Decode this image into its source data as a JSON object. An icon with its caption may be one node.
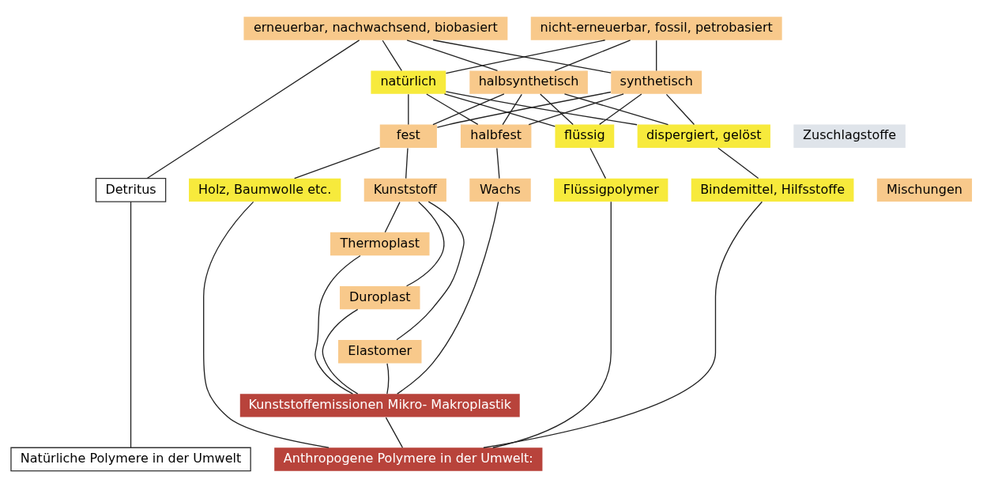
{
  "diagram": {
    "nodes": [
      {
        "text": [
          "erneuerbar, nachwachsend, biobasiert"
        ]
      },
      {
        "text": [
          "nicht-erneuerbar, fossil, petrobasiert"
        ]
      },
      {
        "text": [
          "natürlich"
        ]
      },
      {
        "text": [
          "halbsynthetisch"
        ]
      },
      {
        "text": [
          "synthetisch"
        ]
      },
      {
        "text": [
          "fest"
        ]
      },
      {
        "text": [
          "halbfest"
        ]
      },
      {
        "text": [
          "flüssig"
        ]
      },
      {
        "text": [
          "dispergiert, gelöst"
        ]
      },
      {
        "text": [
          "Zuschlagstoffe"
        ]
      },
      {
        "text": [
          "Mischungen"
        ]
      },
      {
        "text": [
          "Detritus"
        ]
      },
      {
        "text": [
          "Holz, Baumwolle etc."
        ]
      },
      {
        "text": [
          "Kunststoff"
        ]
      },
      {
        "text": [
          "Wachs"
        ]
      },
      {
        "text": [
          "Flüssigpolymer"
        ]
      },
      {
        "text": [
          "Bindemittel, Hilfsstoffe"
        ]
      },
      {
        "text": [
          "Thermoplast"
        ]
      },
      {
        "text": [
          "Duroplast"
        ]
      },
      {
        "text": [
          "Elastomer"
        ]
      },
      {
        "text": [
          "Kunststoffemissionen Mikro- Makroplastik"
        ]
      },
      {
        "text": [
          "Natürliche Polymere in der Umwelt"
        ]
      },
      {
        "text": [
          "Anthropogene Polymere in der Umwelt:"
        ]
      }
    ],
    "edges": [
      {
        "from": 0,
        "to": 2,
        "arrow": "none"
      },
      {
        "from": 0,
        "to": 3,
        "arrow": "none"
      },
      {
        "from": 0,
        "to": 4,
        "arrow": "none"
      },
      {
        "from": 1,
        "to": 2,
        "arrow": "none"
      },
      {
        "from": 1,
        "to": 3,
        "arrow": "none"
      },
      {
        "from": 1,
        "to": 4,
        "arrow": "none"
      },
      {
        "from": 0,
        "to": 11,
        "arrow": "none"
      },
      {
        "from": 2,
        "to": 5,
        "arrow": "none"
      },
      {
        "from": 2,
        "to": 6,
        "arrow": "none"
      },
      {
        "from": 2,
        "to": 7,
        "arrow": "none"
      },
      {
        "from": 2,
        "to": 8,
        "arrow": "none"
      },
      {
        "from": 3,
        "to": 5,
        "arrow": "none"
      },
      {
        "from": 3,
        "to": 6,
        "arrow": "none"
      },
      {
        "from": 3,
        "to": 7,
        "arrow": "none"
      },
      {
        "from": 3,
        "to": 8,
        "arrow": "none"
      },
      {
        "from": 4,
        "to": 5,
        "arrow": "none"
      },
      {
        "from": 4,
        "to": 6,
        "arrow": "none"
      },
      {
        "from": 4,
        "to": 7,
        "arrow": "none"
      },
      {
        "from": 4,
        "to": 8,
        "arrow": "none"
      },
      {
        "from": 5,
        "to": 12,
        "arrow": "none"
      },
      {
        "from": 5,
        "to": 13,
        "arrow": "none"
      },
      {
        "from": 6,
        "to": 14,
        "arrow": "none"
      },
      {
        "from": 7,
        "to": 15,
        "arrow": "none"
      },
      {
        "from": 8,
        "to": 16,
        "arrow": "none"
      },
      {
        "from": 13,
        "to": 17,
        "arrow": "none"
      },
      {
        "from": 13,
        "to": 18,
        "arrow": "none"
      },
      {
        "from": 13,
        "to": 19,
        "arrow": "none"
      },
      {
        "from": 17,
        "to": 20,
        "arrow": "none"
      },
      {
        "from": 18,
        "to": 20,
        "arrow": "none"
      },
      {
        "from": 19,
        "to": 20,
        "arrow": "none"
      },
      {
        "from": 14,
        "to": 20,
        "arrow": "none"
      },
      {
        "from": 11,
        "to": 21,
        "arrow": "none"
      },
      {
        "from": 12,
        "to": 22,
        "arrow": "none"
      },
      {
        "from": 20,
        "to": 22,
        "arrow": "none"
      },
      {
        "from": 15,
        "to": 22,
        "arrow": "none"
      },
      {
        "from": 16,
        "to": 22,
        "arrow": "none"
      }
    ]
  }
}
